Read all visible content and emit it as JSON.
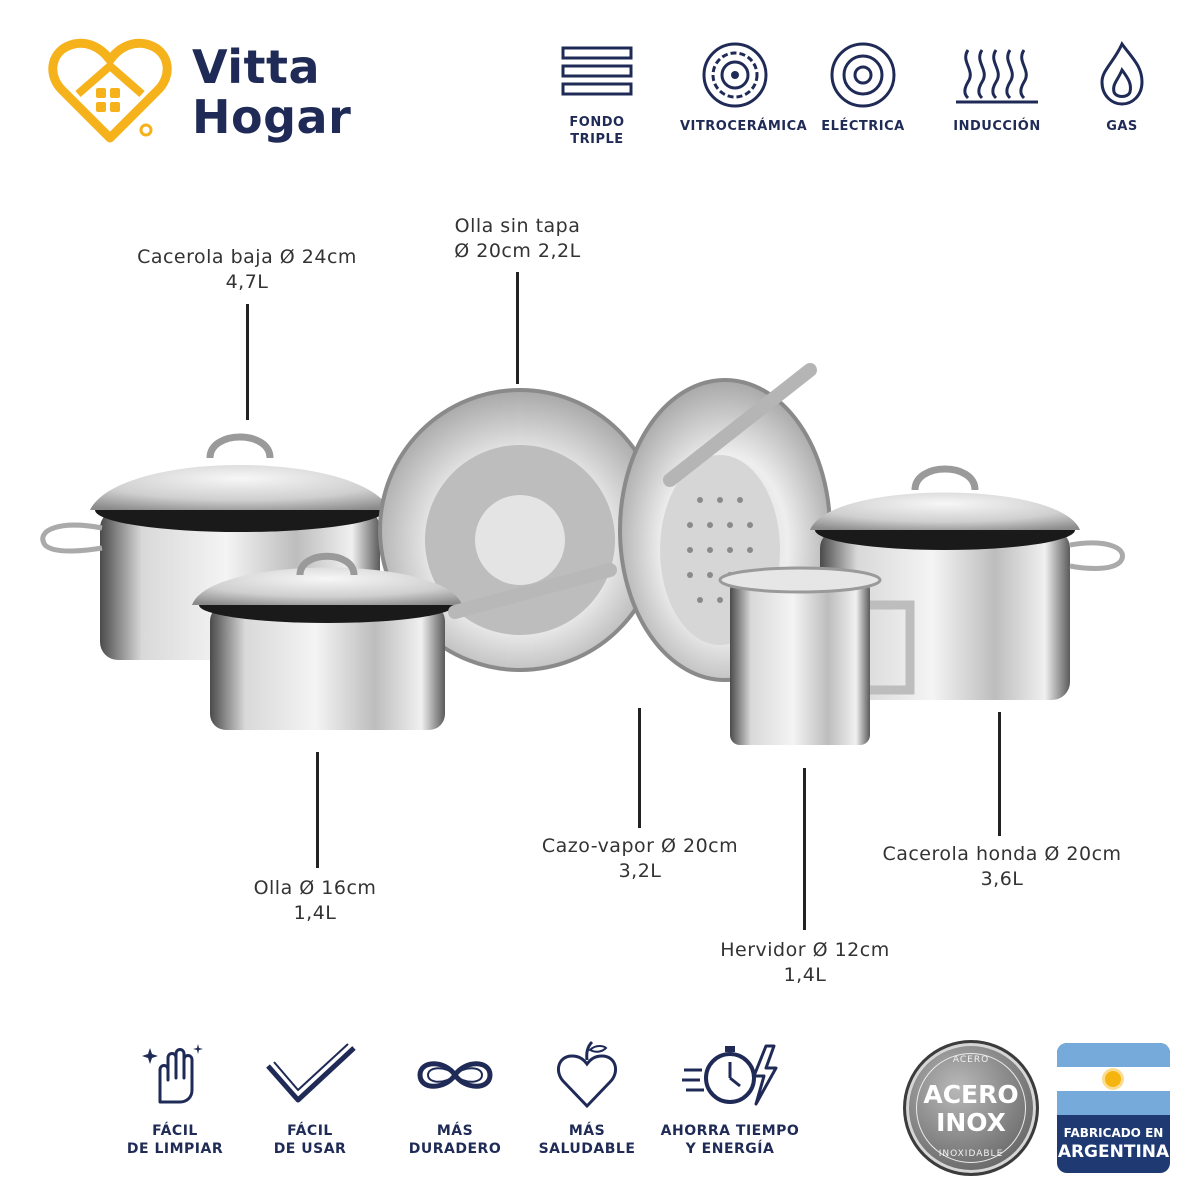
{
  "brand": {
    "line1": "Vitta",
    "line2": "Hogar"
  },
  "cooktops": [
    {
      "icon": "triple-base-icon",
      "label_l1": "FONDO",
      "label_l2": "TRIPLE"
    },
    {
      "icon": "vitroceramic-icon",
      "label_l1": "VITROCERÁMICA",
      "label_l2": ""
    },
    {
      "icon": "electric-icon",
      "label_l1": "ELÉCTRICA",
      "label_l2": ""
    },
    {
      "icon": "induction-icon",
      "label_l1": "INDUCCIÓN",
      "label_l2": ""
    },
    {
      "icon": "gas-flame-icon",
      "label_l1": "GAS",
      "label_l2": ""
    }
  ],
  "products": {
    "cacerola_baja": {
      "name": "Cacerola baja Ø 24cm",
      "capacity": "4,7L"
    },
    "olla_sin_tapa": {
      "name": "Olla sin tapa",
      "capacity": "Ø 20cm 2,2L"
    },
    "olla": {
      "name": "Olla Ø 16cm",
      "capacity": "1,4L"
    },
    "cazo_vapor": {
      "name": "Cazo-vapor Ø 20cm",
      "capacity": "3,2L"
    },
    "cacerola_honda": {
      "name": "Cacerola honda Ø 20cm",
      "capacity": "3,6L"
    },
    "hervidor": {
      "name": "Hervidor Ø 12cm",
      "capacity": "1,4L"
    }
  },
  "features": [
    {
      "icon": "cleaning-hand-icon",
      "l1": "FÁCIL",
      "l2": "DE LIMPIAR"
    },
    {
      "icon": "checkmark-icon",
      "l1": "FÁCIL",
      "l2": "DE USAR"
    },
    {
      "icon": "infinity-icon",
      "l1": "MÁS",
      "l2": "DURADERO"
    },
    {
      "icon": "apple-heart-icon",
      "l1": "MÁS",
      "l2": "SALUDABLE"
    },
    {
      "icon": "timer-energy-icon",
      "l1": "AHORRA TIEMPO",
      "l2": "Y ENERGÍA"
    }
  ],
  "badges": {
    "inox": {
      "top": "ACERO",
      "main_l1": "ACERO",
      "main_l2": "INOX",
      "bottom": "INOXIDABLE"
    },
    "argentina": {
      "l1": "FABRICADO EN",
      "l2": "ARGENTINA"
    }
  },
  "colors": {
    "brand_navy": "#1f2b56",
    "logo_orange": "#f5b21b",
    "flag_blue": "#75aadb",
    "sun": "#f6b40e"
  }
}
